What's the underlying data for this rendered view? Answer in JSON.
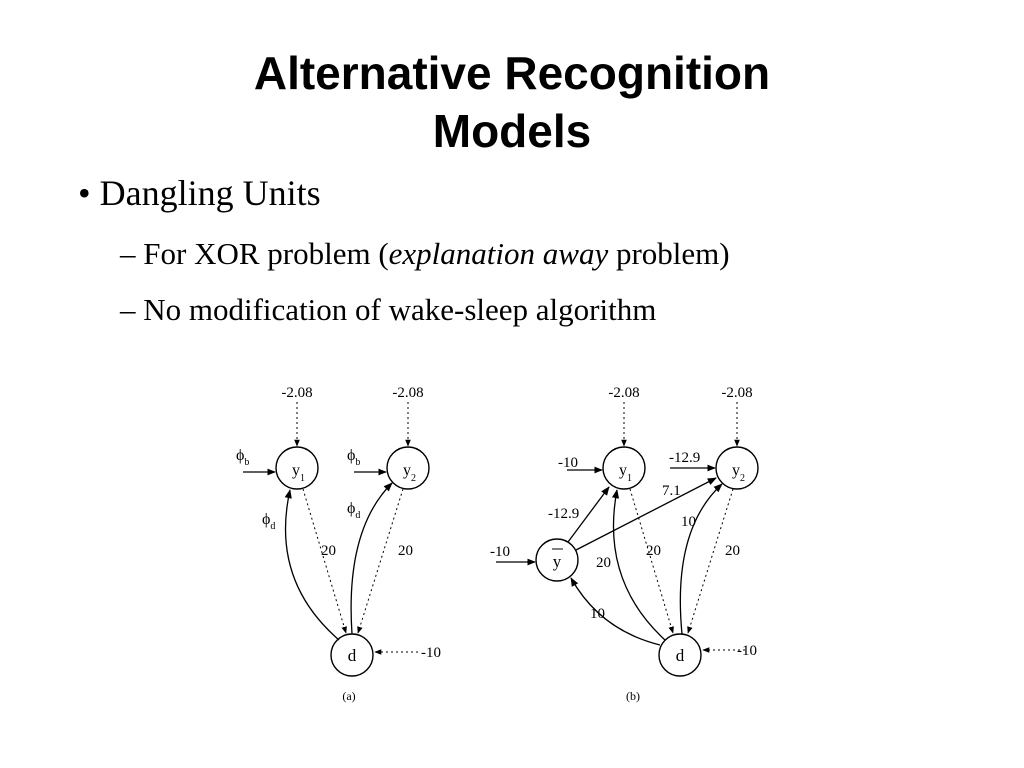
{
  "slide": {
    "title_line1": "Alternative Recognition",
    "title_line2": "Models",
    "bullet1": {
      "marker": "•",
      "text": "Dangling Units"
    },
    "bullet2": {
      "marker": "–",
      "pre": "For XOR problem (",
      "italic": "explanation away",
      "post": " problem)"
    },
    "bullet3": {
      "marker": "–",
      "text": "No modification of wake-sleep algorithm"
    }
  },
  "figure": {
    "a": {
      "caption": "(a)",
      "y1": "y",
      "y1_sub": "1",
      "y2": "y",
      "y2_sub": "2",
      "d": "d",
      "bias_y1": "-2.08",
      "bias_y2": "-2.08",
      "phi_b_1": "ϕ",
      "phi_b_1_sub": "b",
      "phi_b_2": "ϕ",
      "phi_b_2_sub": "b",
      "phi_d_1": "ϕ",
      "phi_d_1_sub": "d",
      "phi_d_2": "ϕ",
      "phi_d_2_sub": "d",
      "w_y1_d": "20",
      "w_y2_d": "20",
      "bias_d": "-10"
    },
    "b": {
      "caption": "(b)",
      "y1": "y",
      "y1_sub": "1",
      "y2": "y",
      "y2_sub": "2",
      "ybar": "y",
      "d": "d",
      "bias_y1": "-2.08",
      "bias_y2": "-2.08",
      "in_y1": "-10",
      "in_y2": "-12.9",
      "in_ybar": "-10",
      "w_ybar_y1": "-12.9",
      "w_ybar_y2": "7.1",
      "w_d_y2": "10",
      "w_y1_d": "20",
      "w_y2_d": "20",
      "w_d_ybar_a": "20",
      "w_d_ybar_b": "10",
      "bias_d": "-10"
    }
  }
}
